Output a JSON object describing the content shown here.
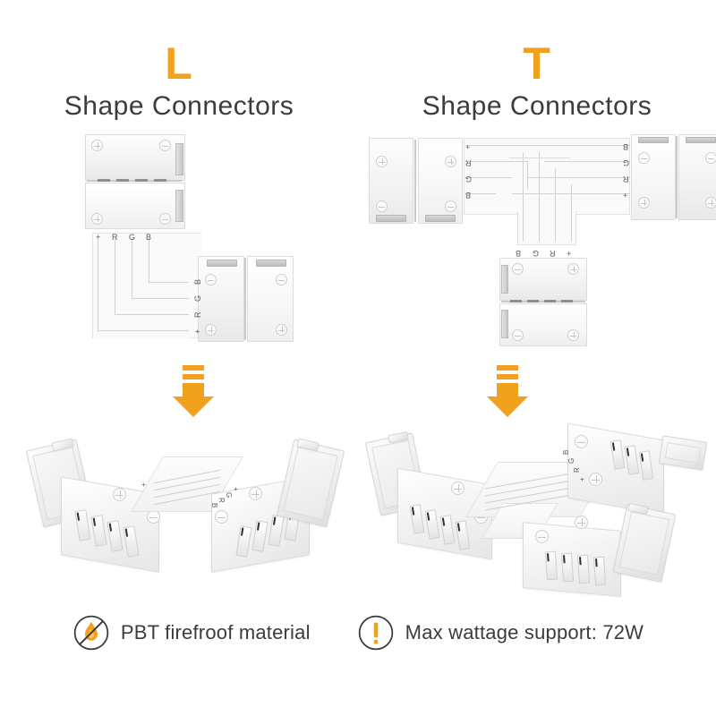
{
  "background_color": "#ffffff",
  "accent_color": "#f0a11e",
  "text_color": "#3c3c3e",
  "sections": {
    "left": {
      "shape_letter": "L",
      "heading": "Shape Connectors",
      "arrow_icon": "down-arrow-icon"
    },
    "right": {
      "shape_letter": "T",
      "heading": "Shape Connectors",
      "arrow_icon": "down-arrow-icon"
    }
  },
  "pin_labels": {
    "plus": "+",
    "red": "R",
    "green": "G",
    "blue": "B",
    "order": [
      "+",
      "R",
      "G",
      "B"
    ],
    "reverse_order": [
      "B",
      "G",
      "R",
      "+"
    ]
  },
  "terminal_marks": {
    "positive": "+",
    "negative": "–"
  },
  "features": [
    {
      "icon": "no-fire-icon",
      "text": "PBT firefroof material",
      "icon_color": "#f0a11e"
    },
    {
      "icon": "exclamation-circle-icon",
      "text": "Max wattage support: 72W",
      "icon_color": "#f0a11e"
    }
  ]
}
